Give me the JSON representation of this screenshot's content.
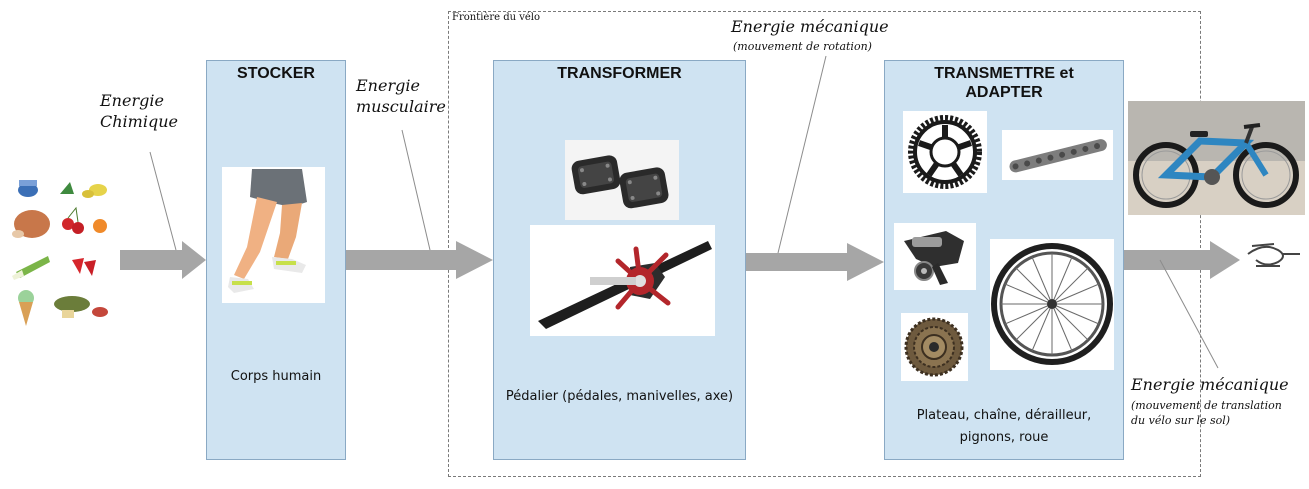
{
  "frontier": {
    "label": "Frontière du vélo"
  },
  "blocks": [
    {
      "title": "STOCKER",
      "caption": "Corps humain"
    },
    {
      "title": "TRANSFORMER",
      "caption": "Pédalier (pédales, manivelles, axe)"
    },
    {
      "title_line1": "TRANSMETTRE et",
      "title_line2": "ADAPTER",
      "caption_line1": "Plateau, chaîne, dérailleur,",
      "caption_line2": "pignons, roue"
    }
  ],
  "energies": {
    "chimique": {
      "line1": "Energie",
      "line2": "Chimique"
    },
    "musculaire": {
      "line1": "Energie",
      "line2": "musculaire"
    },
    "mecanique_rotation": {
      "label": "Energie mécanique",
      "sub": "(mouvement de rotation)"
    },
    "mecanique_translation": {
      "label": "Energie mécanique",
      "sub_line1": "(mouvement de translation",
      "sub_line2": "du vélo sur le sol)"
    }
  },
  "colors": {
    "box_fill": "#cfe3f2",
    "box_border": "#8aa9c4",
    "arrow": "#a6a6a6",
    "bike_frame": "#2e86c1",
    "sprocket_red": "#b3262b"
  }
}
